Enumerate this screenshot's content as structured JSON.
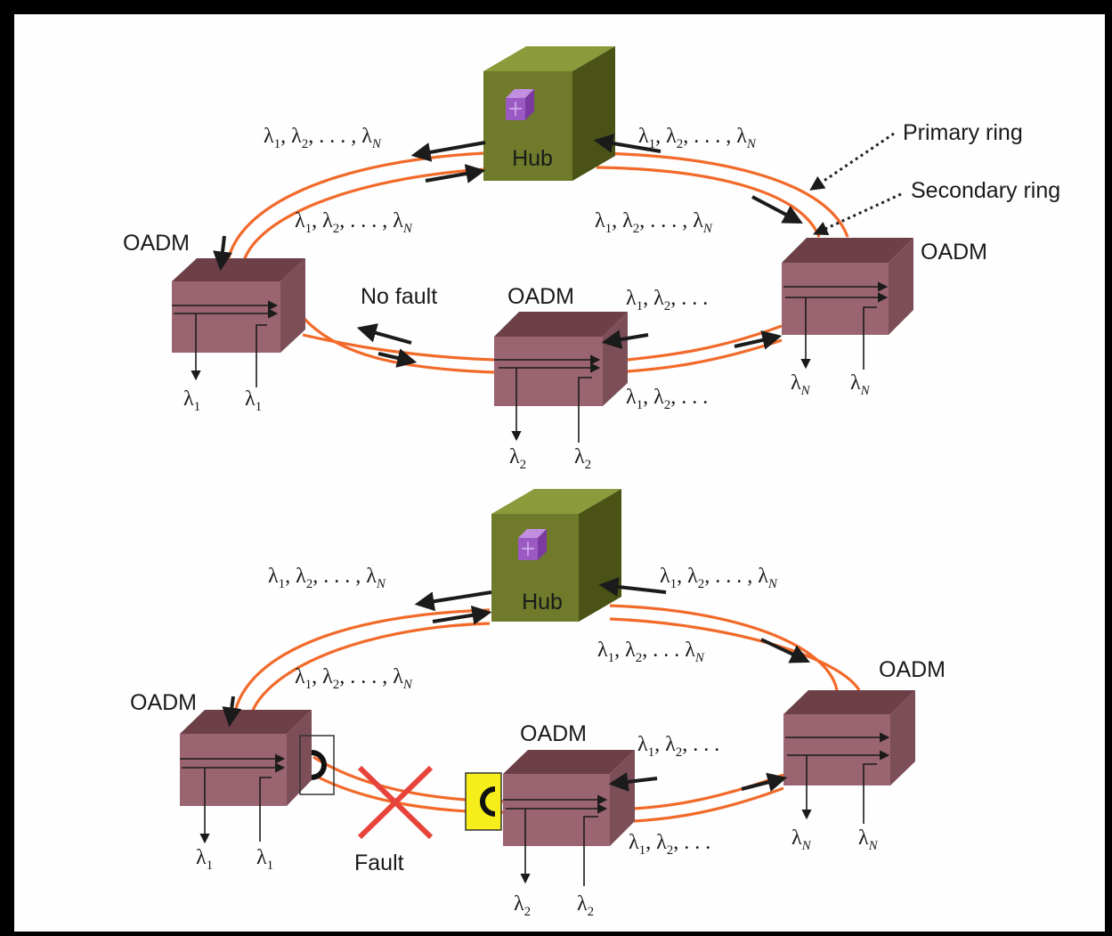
{
  "labels": {
    "hub": "Hub",
    "oadm": "OADM",
    "primary_ring": "Primary ring",
    "secondary_ring": "Secondary ring",
    "no_fault": "No fault",
    "fault": "Fault"
  },
  "wavelengths": {
    "lambda": "λ",
    "all_list": "1, λ2, . . . , λN",
    "short_list": "1, λ2, . . .",
    "hub_right_bottom": "1, λ2, . . . λN",
    "sub_1": "1",
    "sub_2": "2",
    "sub_N": "N"
  },
  "colors": {
    "ring": "#f26a2a",
    "hub_box": "#6f7a2a",
    "oadm_box": "#9a6470",
    "protection_switch": "#f5ee1a",
    "fault_mark": "#e8433a"
  }
}
